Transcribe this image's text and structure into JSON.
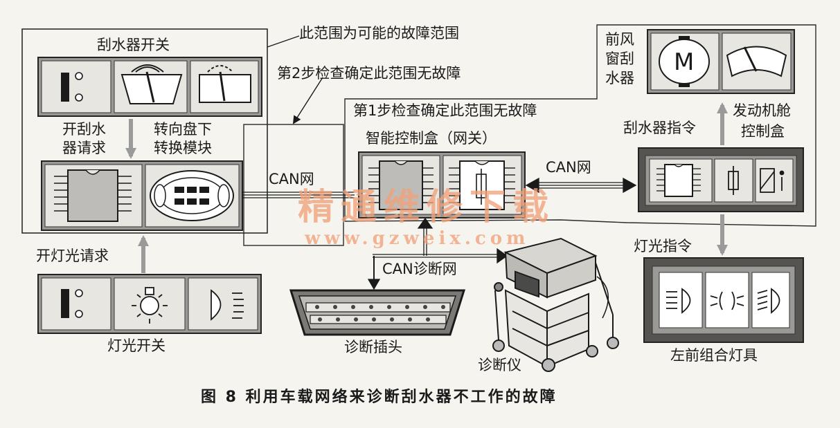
{
  "figure": {
    "caption": "图 8   利用车载网络来诊断刮水器不工作的故障",
    "watermark_title": "精通维修下载",
    "watermark_url": "www.gzweix.com"
  },
  "labels": {
    "wiper_switch": "刮水器开关",
    "fault_range": "此范围为可能的故障范围",
    "step2": "第2步检查确定此范围无故障",
    "step1": "第1步检查确定此范围无故障",
    "front_wiper_line1": "前风",
    "front_wiper_line2": "窗刮",
    "front_wiper_line3": "水器",
    "wiper_request_line1": "开刮水",
    "wiper_request_line2": "器请求",
    "steering_module_line1": "转向盘下",
    "steering_module_line2": "转换模块",
    "smart_box": "智能控制盒（网关）",
    "can_net_left": "CAN网",
    "can_net_right": "CAN网",
    "wiper_command": "刮水器指令",
    "engine_box_line1": "发动机舱",
    "engine_box_line2": "控制盒",
    "light_request": "开灯光请求",
    "can_diag_net": "CAN诊断网",
    "light_command": "灯光指令",
    "light_switch": "灯光开关",
    "diag_plug": "诊断插头",
    "diag_tool": "诊断仪",
    "left_lamp": "左前组合灯具"
  },
  "motor_symbol": "M",
  "colors": {
    "panel": "#9a9996",
    "cell": "#e8e6e0",
    "line": "#1a1a1a",
    "arrow_gray": "#9a9a9a",
    "watermark": "#f2a27a"
  },
  "icons": [
    "wiper-stalk-icon",
    "windshield-wiper-fast-icon",
    "windshield-wiper-slow-icon",
    "ecu-chip-icon",
    "steering-switch-icon",
    "gateway-chip-icon",
    "gateway-relay-icon",
    "wiper-motor-icon",
    "wiper-blade-icon",
    "engine-chip-icon",
    "engine-fuse-icon",
    "engine-relay-icon",
    "light-stalk-icon",
    "parking-light-icon",
    "low-beam-icon",
    "headlamp-low-icon",
    "headlamp-side-icon",
    "headlamp-high-icon",
    "obd-connector-icon",
    "diagnostic-cart-icon"
  ]
}
